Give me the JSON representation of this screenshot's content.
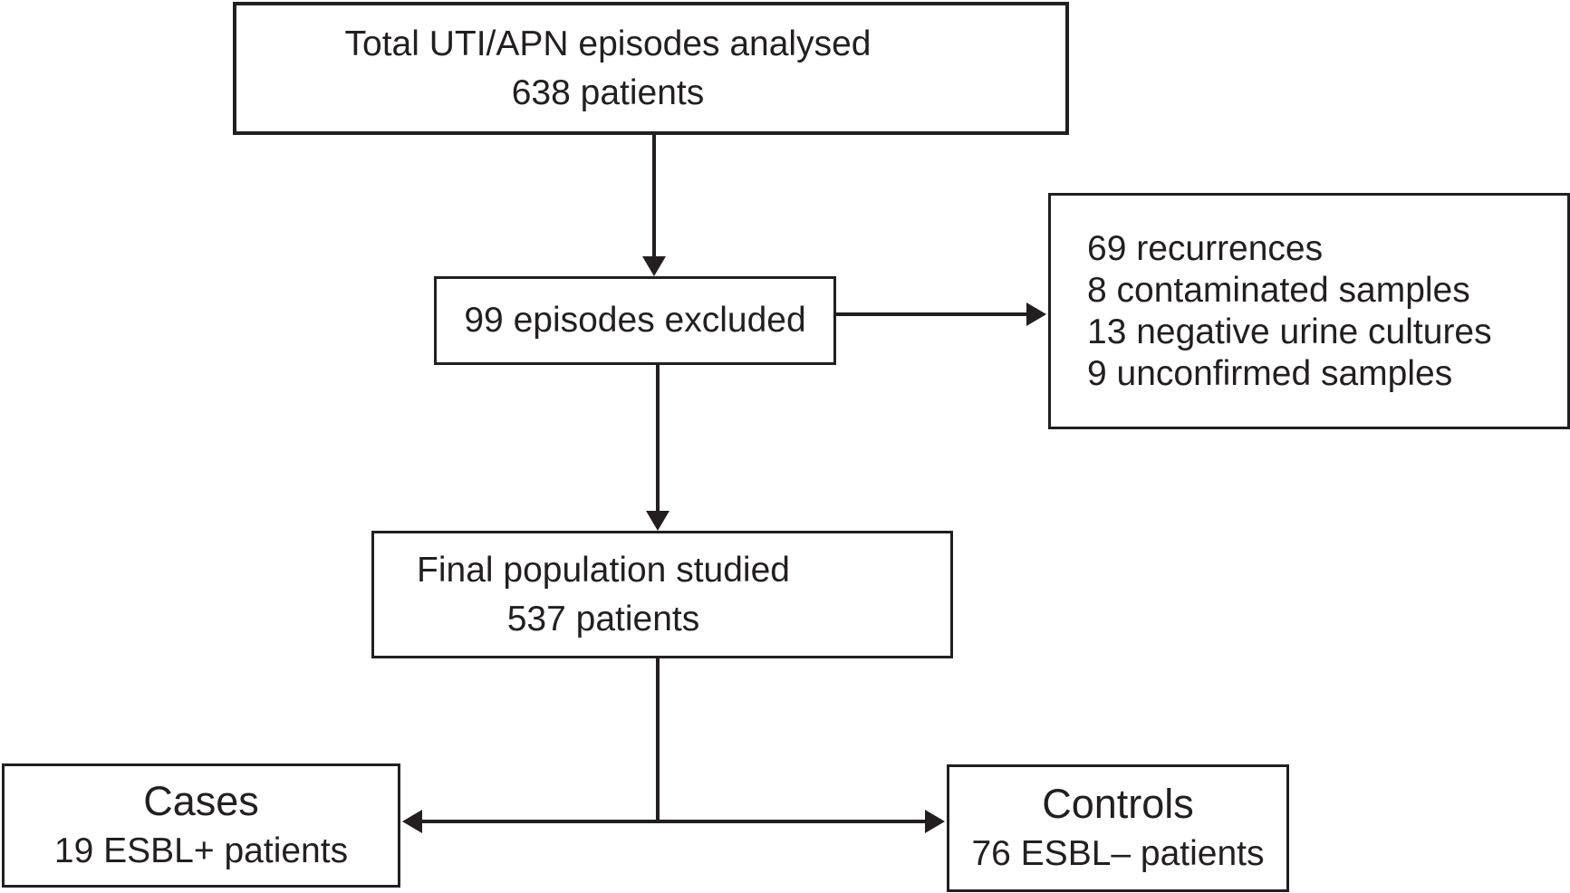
{
  "boxes": {
    "total": {
      "line1": "Total UTI/APN episodes analysed",
      "line2": "638 patients"
    },
    "excluded": {
      "label": "99 episodes excluded"
    },
    "reasons": {
      "lines": [
        "69 recurrences",
        "8 contaminated samples",
        "13 negative urine cultures",
        "9 unconfirmed samples"
      ]
    },
    "final": {
      "line1": "Final population studied",
      "line2": "537 patients"
    },
    "cases": {
      "title": "Cases",
      "subtitle": "19 ESBL+ patients"
    },
    "controls": {
      "title": "Controls",
      "subtitle": "76 ESBL– patients"
    }
  },
  "colors": {
    "ink": "#231f20",
    "background": "#ffffff",
    "box_fill": "#ffffff"
  }
}
